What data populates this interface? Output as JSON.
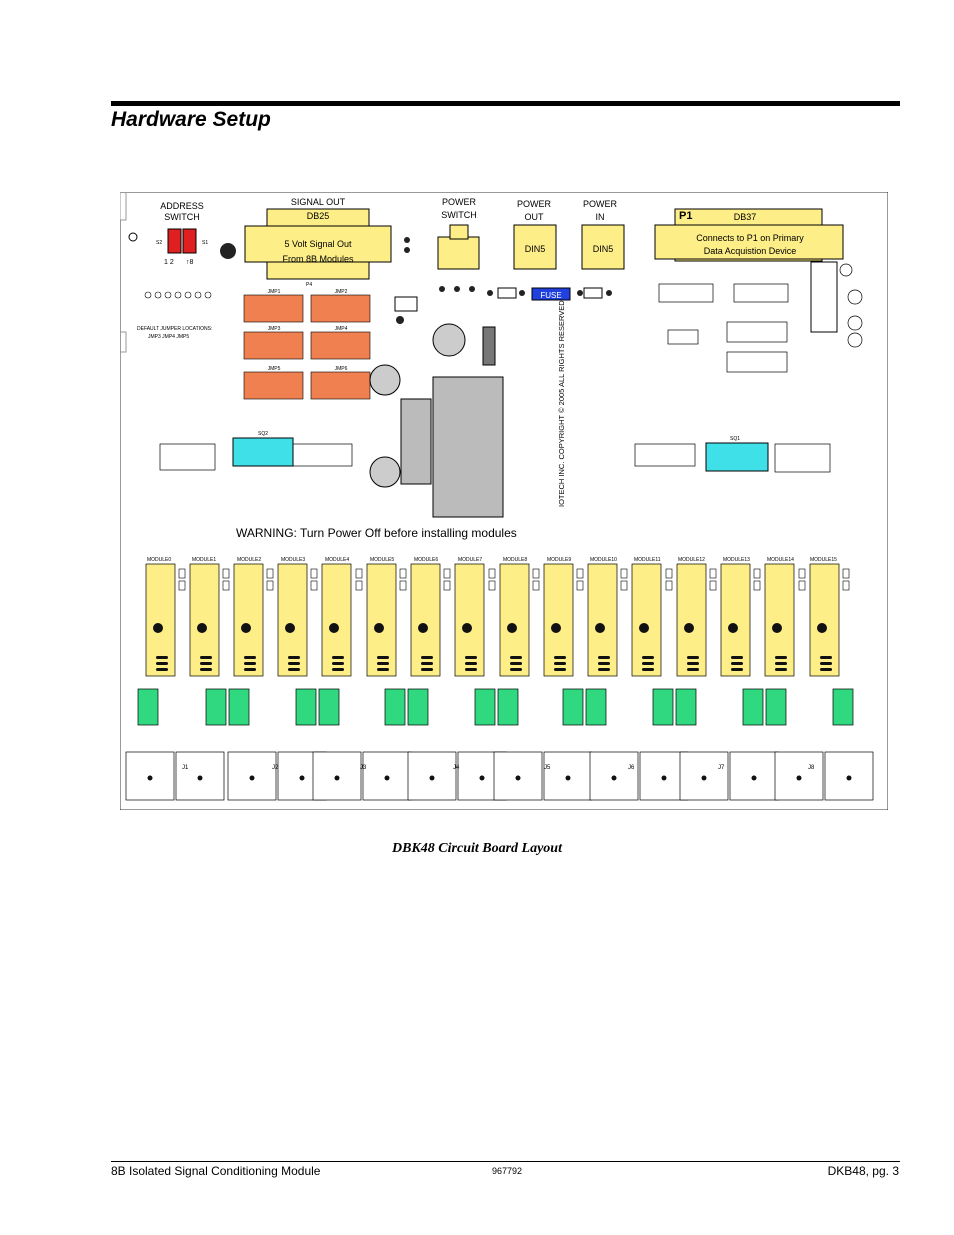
{
  "header": {
    "title": "Hardware Setup"
  },
  "figure": {
    "caption": "DBK48 Circuit Board Layout",
    "labels": {
      "address_switch": [
        "ADDRESS",
        "SWITCH"
      ],
      "signal_out": "SIGNAL OUT",
      "db25": "DB25",
      "db25_desc": [
        "5 Volt Signal Out",
        "From 8B Modules"
      ],
      "power_switch": [
        "POWER",
        "SWITCH"
      ],
      "power_out": [
        "POWER",
        "OUT"
      ],
      "power_in": [
        "POWER",
        "IN"
      ],
      "din5": "DIN5",
      "p1": "P1",
      "db37": "DB37",
      "db37_desc": [
        "Connects to P1 on Primary",
        "Data Acquistion Device"
      ],
      "fuse": "FUSE",
      "default_jumpers": [
        "DEFAULT JUMPER LOCATIONS:",
        "JMP3 JMP4 JMP5"
      ],
      "jumpers": [
        "JMP1",
        "JMP2",
        "JMP3",
        "JMP4",
        "JMP5",
        "JMP6"
      ],
      "warning": "WARNING: Turn Power Off before installing modules",
      "copyright": "IOTECH INC. COPYRIGHT © 2005 ALL RIGHTS RESERVED",
      "modules": [
        "MODULE0",
        "MODULE1",
        "MODULE2",
        "MODULE3",
        "MODULE4",
        "MODULE5",
        "MODULE6",
        "MODULE7",
        "MODULE8",
        "MODULE9",
        "MODULE10",
        "MODULE11",
        "MODULE12",
        "MODULE13",
        "MODULE14",
        "MODULE15"
      ],
      "sq1": "SQ1",
      "sq2": "SQ2",
      "connectors": [
        "J1",
        "J2",
        "J3",
        "J4",
        "J5",
        "J6",
        "J7",
        "J8"
      ]
    }
  },
  "footer": {
    "left": "8B Isolated Signal Conditioning Module",
    "center": "967792",
    "right": "DKB48, pg. 3"
  }
}
